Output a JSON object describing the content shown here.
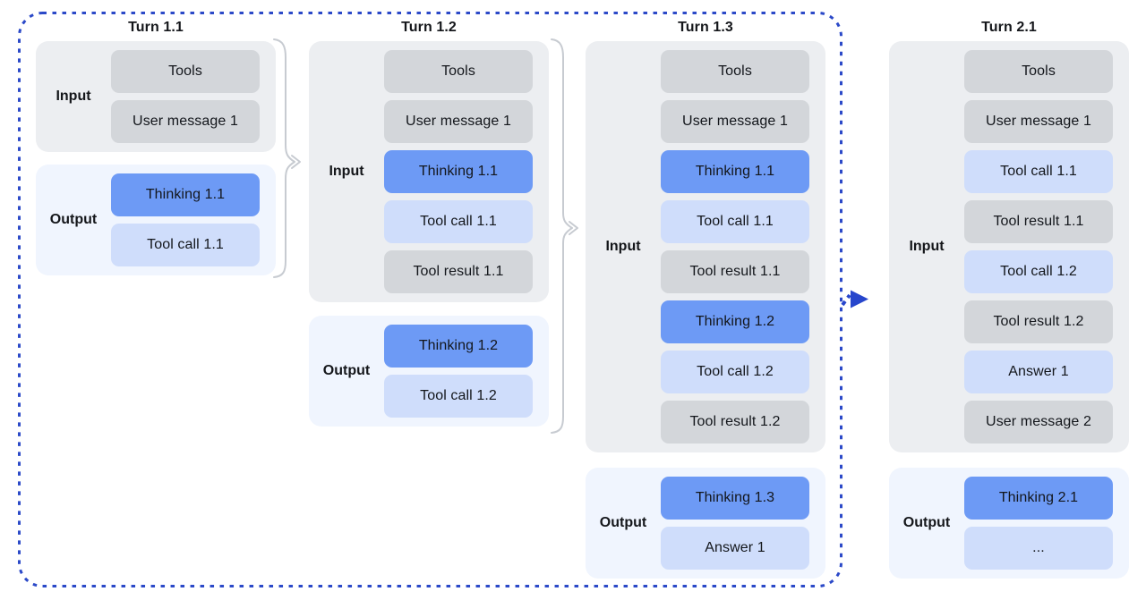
{
  "colors": {
    "loop_border": "#2b49c8",
    "next_turn_arrow": "#2746cc",
    "input_panel_bg": "#eceef1",
    "output_panel_bg": "#f0f5fe",
    "block_gray": "#d3d6da",
    "block_blue": "#6d9af5",
    "block_light_blue": "#cfddfb",
    "bracket": "#c7cbd1",
    "text": "#14161a"
  },
  "turns": [
    {
      "title": "Turn 1.1",
      "input": {
        "label": "Input",
        "blocks": [
          {
            "label": "Tools",
            "type": "gray"
          },
          {
            "label": "User message 1",
            "type": "gray"
          }
        ]
      },
      "output": {
        "label": "Output",
        "blocks": [
          {
            "label": "Thinking 1.1",
            "type": "blue"
          },
          {
            "label": "Tool call 1.1",
            "type": "lightblue"
          }
        ]
      }
    },
    {
      "title": "Turn 1.2",
      "input": {
        "label": "Input",
        "blocks": [
          {
            "label": "Tools",
            "type": "gray"
          },
          {
            "label": "User message 1",
            "type": "gray"
          },
          {
            "label": "Thinking 1.1",
            "type": "blue"
          },
          {
            "label": "Tool call 1.1",
            "type": "lightblue"
          },
          {
            "label": "Tool result 1.1",
            "type": "gray"
          }
        ]
      },
      "output": {
        "label": "Output",
        "blocks": [
          {
            "label": "Thinking 1.2",
            "type": "blue"
          },
          {
            "label": "Tool call 1.2",
            "type": "lightblue"
          }
        ]
      }
    },
    {
      "title": "Turn 1.3",
      "input": {
        "label": "Input",
        "blocks": [
          {
            "label": "Tools",
            "type": "gray"
          },
          {
            "label": "User message 1",
            "type": "gray"
          },
          {
            "label": "Thinking 1.1",
            "type": "blue"
          },
          {
            "label": "Tool call 1.1",
            "type": "lightblue"
          },
          {
            "label": "Tool result 1.1",
            "type": "gray"
          },
          {
            "label": "Thinking 1.2",
            "type": "blue"
          },
          {
            "label": "Tool call 1.2",
            "type": "lightblue"
          },
          {
            "label": "Tool result 1.2",
            "type": "gray"
          }
        ]
      },
      "output": {
        "label": "Output",
        "blocks": [
          {
            "label": "Thinking 1.3",
            "type": "blue"
          },
          {
            "label": "Answer 1",
            "type": "lightblue"
          }
        ]
      }
    },
    {
      "title": "Turn 2.1",
      "input": {
        "label": "Input",
        "blocks": [
          {
            "label": "Tools",
            "type": "gray"
          },
          {
            "label": "User message 1",
            "type": "gray"
          },
          {
            "label": "Tool call 1.1",
            "type": "lightblue"
          },
          {
            "label": "Tool result 1.1",
            "type": "gray"
          },
          {
            "label": "Tool call 1.2",
            "type": "lightblue"
          },
          {
            "label": "Tool result 1.2",
            "type": "gray"
          },
          {
            "label": "Answer 1",
            "type": "lightblue"
          },
          {
            "label": "User message 2",
            "type": "gray"
          }
        ]
      },
      "output": {
        "label": "Output",
        "blocks": [
          {
            "label": "Thinking 2.1",
            "type": "blue"
          },
          {
            "label": "...",
            "type": "lightblue"
          }
        ]
      }
    }
  ],
  "connectors": {
    "bracket_1": {
      "from": "Turn 1.1",
      "to": "Turn 1.2"
    },
    "bracket_2": {
      "from": "Turn 1.2",
      "to": "Turn 1.3"
    },
    "loop_arrow": {
      "from": "Turn 1.3",
      "to": "Turn 2.1"
    }
  }
}
